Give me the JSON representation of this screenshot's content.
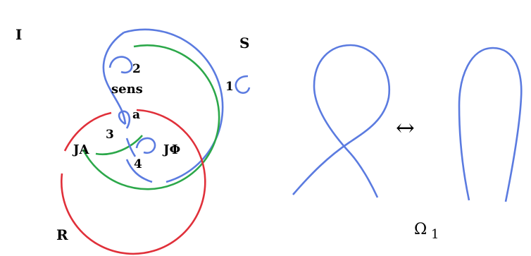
{
  "diagram": {
    "colors": {
      "green": "#2ca84a",
      "blue": "#5b7be0",
      "red": "#e0303a",
      "text": "#000000"
    },
    "ring_labels": {
      "green": "I",
      "blue": "S",
      "red": "R"
    },
    "region_labels": {
      "sens": "sens",
      "ja": "JA",
      "jphi": "JΦ"
    },
    "kink_labels": {
      "k1": "1",
      "k2": "2",
      "k3": "3",
      "k4": "4",
      "ka": "a"
    },
    "move": {
      "arrow": "↔",
      "symbol": "Ω",
      "subscript": "1"
    }
  }
}
